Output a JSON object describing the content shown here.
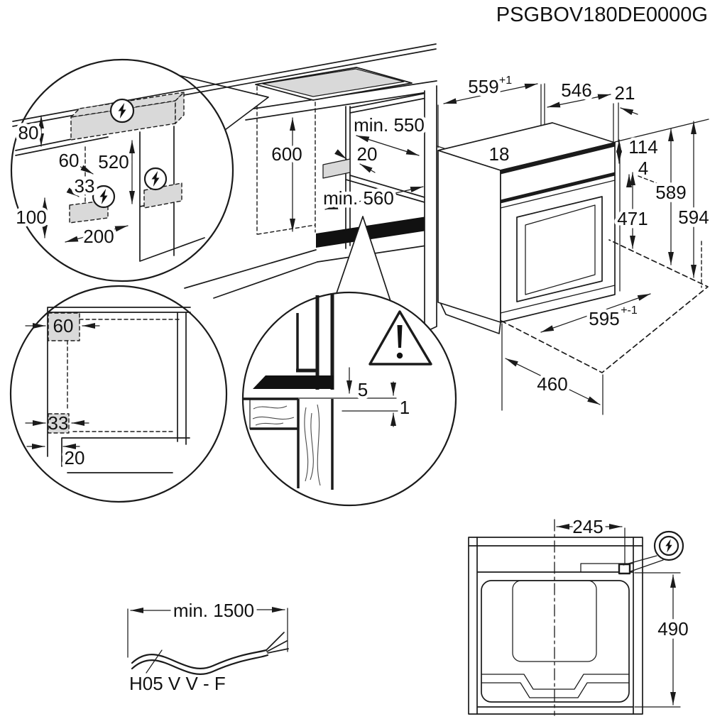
{
  "title": "PSGBOV180DE0000G",
  "colors": {
    "line": "#1b1b1b",
    "zone_fill": "#d9d9d9",
    "solid_fill": "#111111",
    "background": "#ffffff"
  },
  "icons": {
    "electrical_connection": "lightning-bolt-icon",
    "caution": "warning-triangle-icon"
  },
  "electrical_zones_detail": {
    "zone_above_height": "80",
    "zone_above_offset": "60",
    "distance_below_worktop": "520",
    "side_zone_offset": "33",
    "side_zone_height": "100",
    "side_zone_width": "200"
  },
  "cabinet_cutout": {
    "niche_height": "600",
    "min_depth_upper": "min. 550",
    "rear_gap": "20",
    "min_depth_lower": "min. 560"
  },
  "oven_dimensions": {
    "niche_width": "559",
    "niche_width_tolerance": "+1",
    "body_depth": "546",
    "front_protrusion": "21",
    "top_clearance": "18",
    "control_panel_height": "114",
    "door_gap": "4",
    "body_height": "589",
    "overall_height": "594",
    "door_height": "471",
    "overall_width": "595",
    "overall_width_tolerance": "+-1",
    "base_depth": "460"
  },
  "niche_front_view": {
    "top_corner_zone": "60",
    "bottom_corner_zone": "33",
    "plinth_recess": "20"
  },
  "worktop_gap_detail": {
    "hob_clearance": "5",
    "overlap_gap": "1"
  },
  "power_cable": {
    "min_length": "min. 1500",
    "cable_type": "H05 V V - F"
  },
  "oven_top_view": {
    "connection_offset_from_center": "245",
    "connection_depth": "490"
  }
}
